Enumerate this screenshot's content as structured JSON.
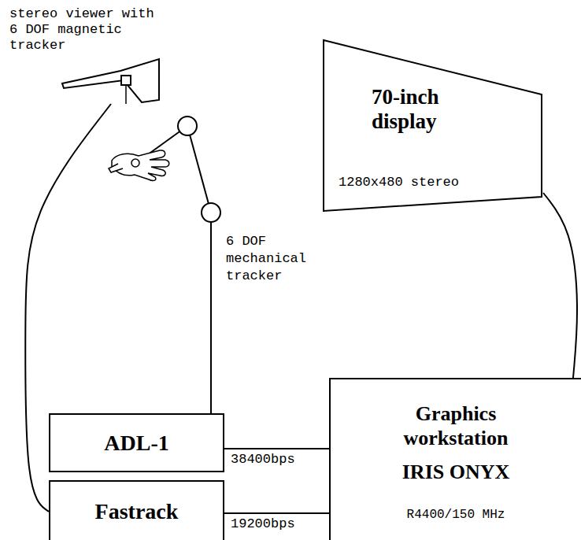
{
  "diagram": {
    "nodes": [
      {
        "text": [
          "stereo viewer with 6 DOF magnetic tracker"
        ]
      },
      {
        "text": [
          "70-inch display",
          "1280x480 stereo"
        ]
      },
      {
        "text": [
          "ADL-1"
        ]
      },
      {
        "text": [
          "Fastrack"
        ]
      },
      {
        "text": [
          "Graphics workstation",
          "IRIS ONYX",
          "R4400/150 MHz"
        ]
      }
    ],
    "edges": [
      {
        "from": 2,
        "to": 4,
        "arrow": "none",
        "label": "38400bps"
      },
      {
        "from": 3,
        "to": 4,
        "arrow": "none",
        "label": "19200bps"
      },
      {
        "from": 3,
        "to": 0,
        "arrow": "none"
      },
      {
        "from": 4,
        "to": 1,
        "arrow": "none"
      }
    ],
    "labels": [
      "6 DOF mechanical tracker"
    ]
  }
}
